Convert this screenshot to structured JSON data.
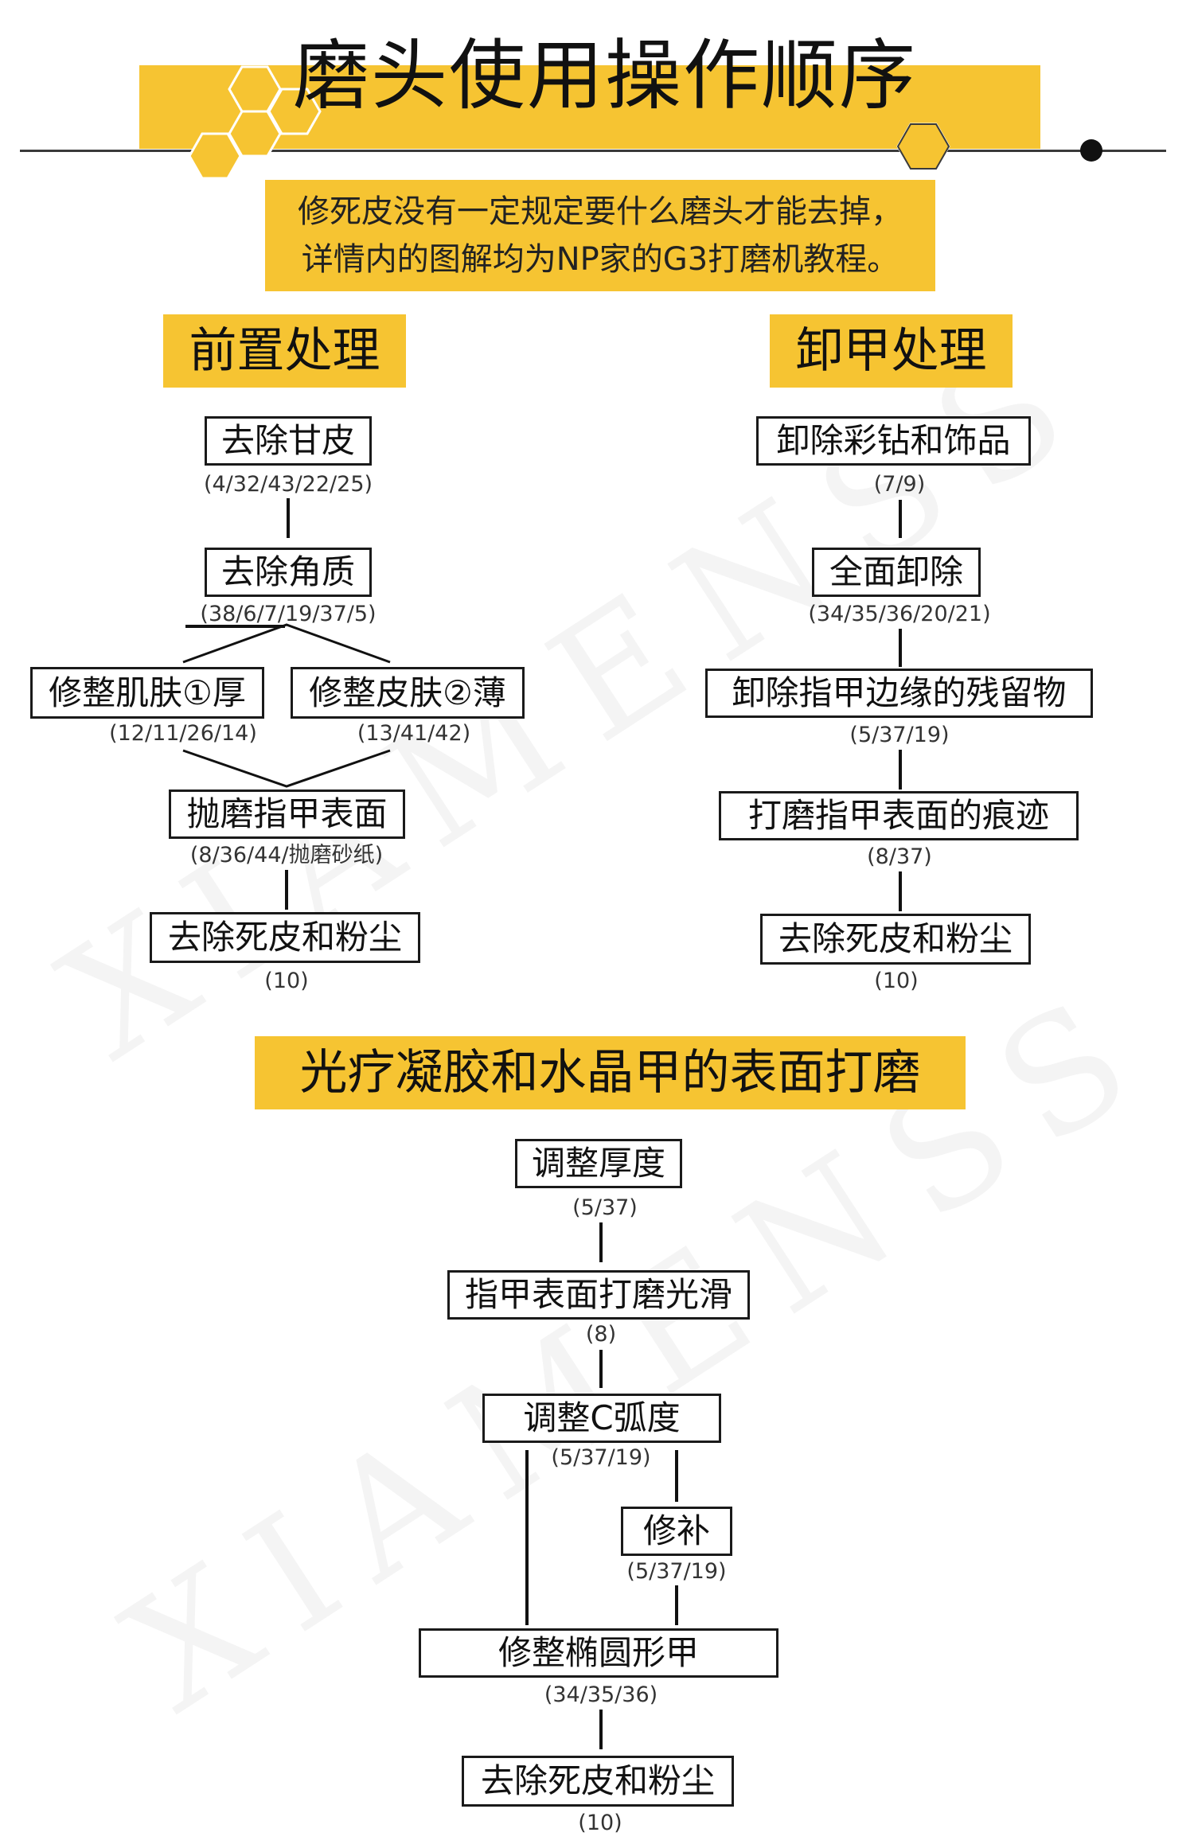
{
  "title": "磨头使用操作顺序",
  "subtitle": {
    "line1": "修死皮没有一定规定要什么磨头才能去掉，",
    "line2": "详情内的图解均为NP家的G3打磨机教程。"
  },
  "watermark": "XIAMENSS",
  "colors": {
    "accent": "#f6c432",
    "line": "#111111"
  },
  "sections": {
    "pre": {
      "heading": "前置处理",
      "steps": [
        {
          "label": "去除甘皮",
          "codes": "(4/32/43/22/25)"
        },
        {
          "label": "去除角质",
          "codes": "(38/6/7/19/37/5)"
        },
        {
          "label": "修整肌肤①厚",
          "codes": "(12/11/26/14)"
        },
        {
          "label": "修整皮肤②薄",
          "codes": "(13/41/42)"
        },
        {
          "label": "抛磨指甲表面",
          "codes": "(8/36/44/抛磨砂纸)"
        },
        {
          "label": "去除死皮和粉尘",
          "codes": "(10)"
        }
      ]
    },
    "removal": {
      "heading": "卸甲处理",
      "steps": [
        {
          "label": "卸除彩钻和饰品",
          "codes": "(7/9)"
        },
        {
          "label": "全面卸除",
          "codes": "(34/35/36/20/21)"
        },
        {
          "label": "卸除指甲边缘的残留物",
          "codes": "(5/37/19)"
        },
        {
          "label": "打磨指甲表面的痕迹",
          "codes": "(8/37)"
        },
        {
          "label": "去除死皮和粉尘",
          "codes": "(10)"
        }
      ]
    },
    "gel": {
      "heading": "光疗凝胶和水晶甲的表面打磨",
      "steps": [
        {
          "label": "调整厚度",
          "codes": "(5/37)"
        },
        {
          "label": "指甲表面打磨光滑",
          "codes": "(8)"
        },
        {
          "label": "调整C弧度",
          "codes": "(5/37/19)"
        },
        {
          "label": "修补",
          "codes": "(5/37/19)"
        },
        {
          "label": "修整椭圆形甲",
          "codes": "(34/35/36)"
        },
        {
          "label": "去除死皮和粉尘",
          "codes": "(10)"
        }
      ]
    }
  }
}
